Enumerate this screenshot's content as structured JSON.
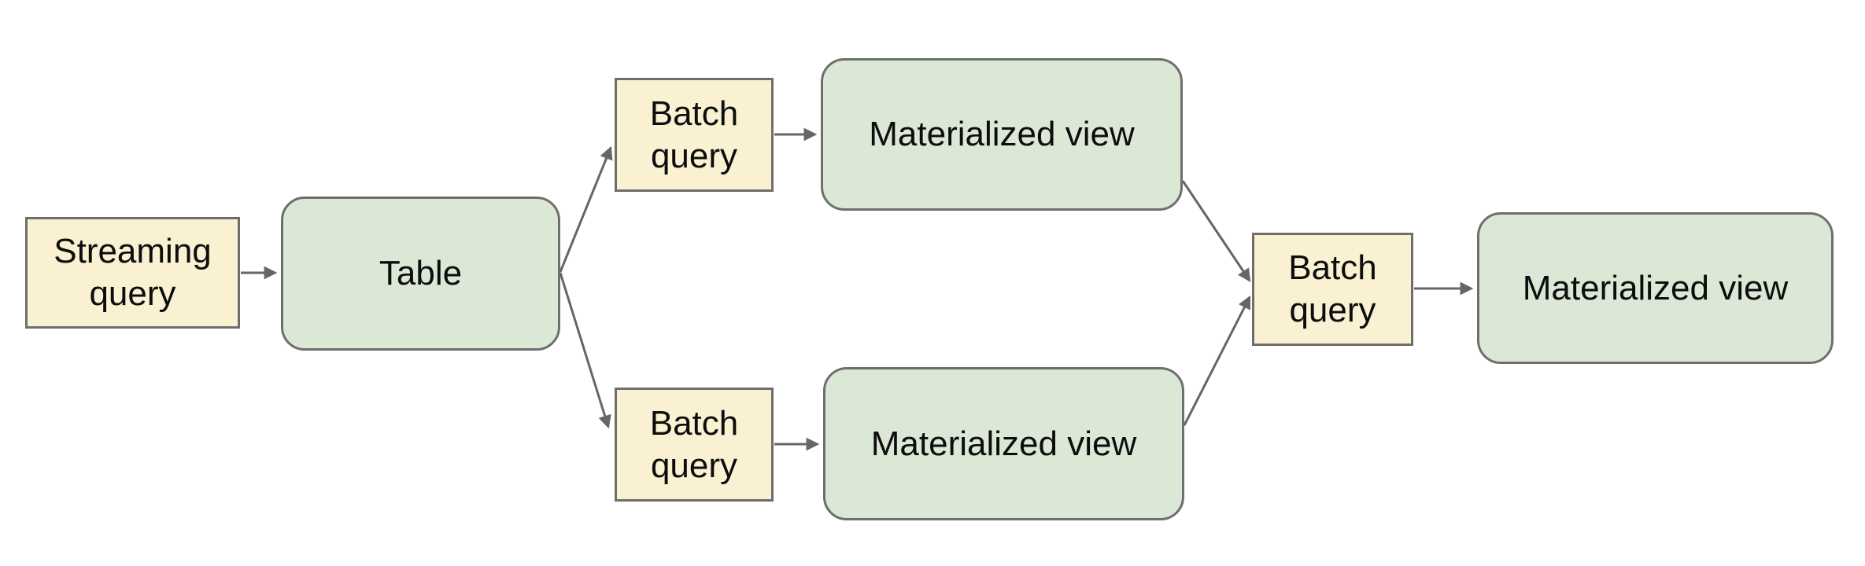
{
  "diagram": {
    "background": "#ffffff",
    "colors": {
      "query_fill": "#faf1d3",
      "dataset_fill": "#dce8d6",
      "node_border": "#6e6e6e",
      "connector": "#666666",
      "label_text": "#0d0d0d"
    },
    "nodes": [
      {
        "id": "streaming-query",
        "label": "Streaming query",
        "kind": "query"
      },
      {
        "id": "table",
        "label": "Table",
        "kind": "dataset"
      },
      {
        "id": "batch-query-top",
        "label": "Batch query",
        "kind": "query"
      },
      {
        "id": "materialized-view-top",
        "label": "Materialized view",
        "kind": "dataset"
      },
      {
        "id": "batch-query-bottom",
        "label": "Batch query",
        "kind": "query"
      },
      {
        "id": "materialized-view-bottom",
        "label": "Materialized view",
        "kind": "dataset"
      },
      {
        "id": "batch-query-right",
        "label": "Batch query",
        "kind": "query"
      },
      {
        "id": "materialized-view-right",
        "label": "Materialized view",
        "kind": "dataset"
      }
    ],
    "edges": [
      {
        "from": "streaming-query",
        "to": "table"
      },
      {
        "from": "table",
        "to": "batch-query-top"
      },
      {
        "from": "table",
        "to": "batch-query-bottom"
      },
      {
        "from": "batch-query-top",
        "to": "materialized-view-top"
      },
      {
        "from": "batch-query-bottom",
        "to": "materialized-view-bottom"
      },
      {
        "from": "materialized-view-top",
        "to": "batch-query-right"
      },
      {
        "from": "materialized-view-bottom",
        "to": "batch-query-right"
      },
      {
        "from": "batch-query-right",
        "to": "materialized-view-right"
      }
    ]
  }
}
